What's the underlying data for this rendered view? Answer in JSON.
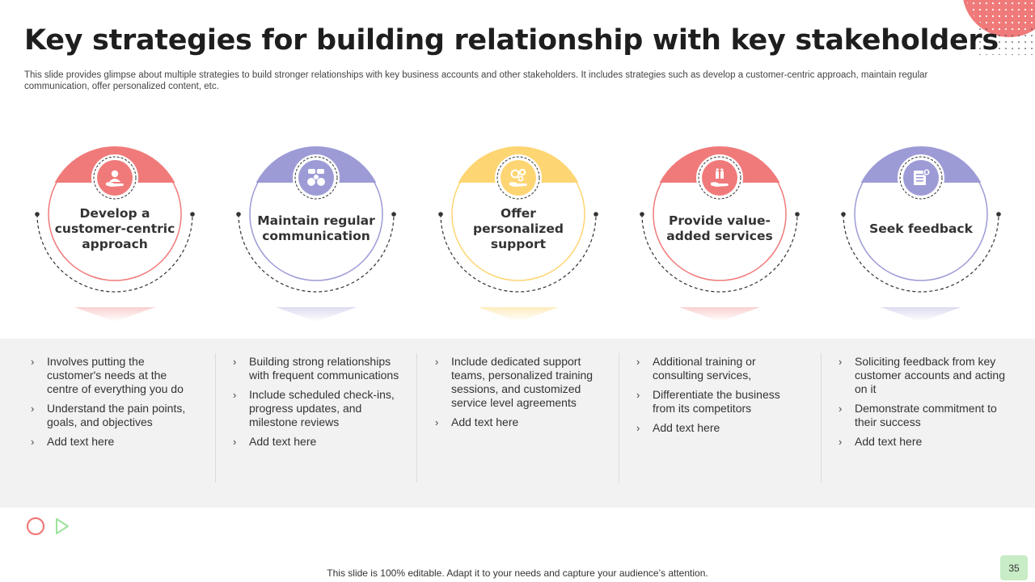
{
  "slide": {
    "title": "Key strategies for building relationship with key stakeholders",
    "subtitle": "This slide provides glimpse about multiple strategies to build stronger relationships with key business accounts and other stakeholders. It includes strategies such as develop a customer-centric approach, maintain regular communication, offer personalized content, etc.",
    "footer": "This slide is 100% editable. Adapt it to your needs and capture your audience’s attention.",
    "page_number": "35"
  },
  "colors": {
    "red": "#f07a7a",
    "purple": "#9d9bd6",
    "yellow": "#fdd573",
    "panel": "#f2f2f2",
    "page_badge": "#c8ecc6"
  },
  "cards": [
    {
      "title": "Develop a customer-centric approach",
      "icon": "hand-user-icon",
      "color": "#f07a7a"
    },
    {
      "title": "Maintain regular communication",
      "icon": "chat-group-icon",
      "color": "#9d9bd6"
    },
    {
      "title": "Offer personalized support",
      "icon": "hand-gears-icon",
      "color": "#fdd573"
    },
    {
      "title": "Provide value-added services",
      "icon": "hand-gift-icon",
      "color": "#f07a7a"
    },
    {
      "title": "Seek feedback",
      "icon": "feedback-form-icon",
      "color": "#9d9bd6"
    }
  ],
  "columns": [
    {
      "bullets": [
        "Involves putting the customer's needs at the centre of everything you do",
        "Understand the pain points, goals, and objectives",
        "Add text here"
      ]
    },
    {
      "bullets": [
        "Building strong relationships with frequent communications",
        "Include scheduled check-ins, progress updates, and milestone reviews",
        "Add text here"
      ]
    },
    {
      "bullets": [
        "Include dedicated support teams, personalized training sessions, and customized service level agreements",
        "Add text here"
      ]
    },
    {
      "bullets": [
        "Additional training or consulting services,",
        "Differentiate the business from its competitors",
        "Add text here"
      ]
    },
    {
      "bullets": [
        "Soliciting feedback from key customer accounts and acting on it",
        "Demonstrate commitment to their success",
        "Add text here"
      ]
    }
  ]
}
